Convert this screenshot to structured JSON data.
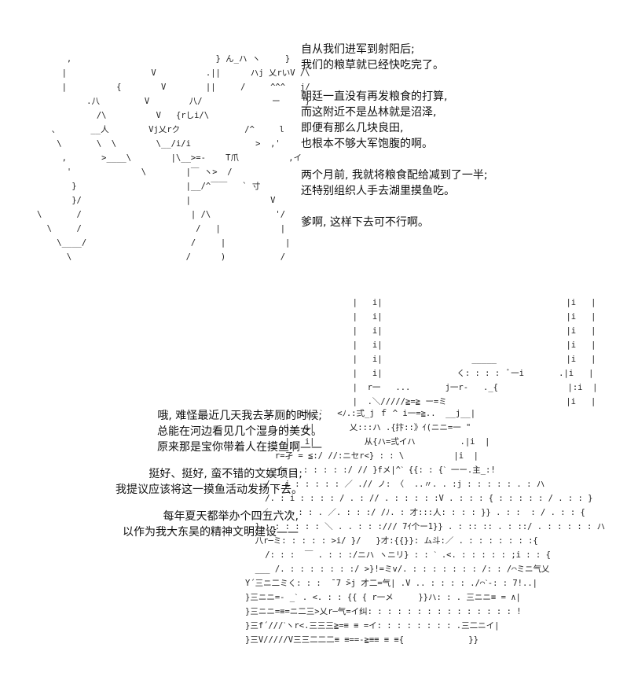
{
  "top_dialogue": [
    "自从我们进军到射阳后;",
    "我们的粮草就已经快吃完了。",
    "",
    "朝廷一直没有再发粮食的打算,",
    "而这附近不是丛林就是沼泽,",
    "即便有那么几块良田,",
    "也根本不够大军饱腹的啊。",
    "",
    "两个月前, 我就将粮食配给减到了一半;",
    "还特别组织人手去湖里摸鱼吃。",
    "",
    "爹啊, 这样下去可不行啊。"
  ],
  "left_dialogue_1": [
    "哦, 难怪最近几天我去茅厕的时候;",
    "总能在河边看见几个湿身的美女。",
    "原来那是宝你带着人在摸鱼啊——"
  ],
  "left_dialogue_2": [
    "挺好、挺好, 蛮不错的文娱项目;",
    "我提议应该将这一摸鱼活动发扬下去。"
  ],
  "left_dialogue_3": [
    "每年夏天都举办个四五六次,",
    "以作为我大东吴的精神文明建设——"
  ],
  "ascii_art_top": [
    "         ,                             } ん_ハ ヽ     }",
    "        |                 V          .||      ハj 乂rいV /\\",
    "        |          {        V        ||     /     ^^^   j/",
    "             .八         V        八/              ー     }",
    "               /\\          V   {rしi/\\",
    "      ､       __人        Vj乂rク             /^     l",
    "       \\       \\  \\        \\__/i/i             >  ,'",
    "        ,       >____\\        |\\__>=-    T爪          ,イ",
    "         '              \\        |￣ ヽ>  /",
    "          }                      |__/^￣￣   ` 寸",
    "          }/                     |                V",
    "   \\       /                      | /\\             '/",
    "     \\     /                       /   |            |",
    "       \\____/                     /     |            |",
    "         \\                       /      )           /"
  ],
  "ascii_art_right_frame": [
    "  |   i|                                     |i   |",
    "  |   i|                                     |i   |",
    "  |   i|                                     |i   |",
    "  |   i|                                     |i   |",
    "  |   i|                  _____              |i   |",
    "  |   i|               く: : : :  ﾞ一i       .|i   |",
    "  |  r一   ...       j一r-   ._{              |:i  |",
    "  |  .＼/////≧=≧ ー=ミ                        |i   |"
  ],
  "ascii_art_bottom": [
    "        |  i|  ˋ   <ﾉ.:弍_j ｆ ^ i一=≧..  __j__|",
    "        |   i|       乂:::ハ .{抃::》ｲ(ニニ=一 \"",
    "        |   i|          从{ハ=弍イハ         .|i  |",
    "      r=孑 = ≦:/ //:ニセr<} : : \\          |i  |",
    "     .イ: : : : : : :/ // }fメ|^ˋ {{: : {ˋ 一ー.主_:!",
    "    / . i : : : : : ／ .// ノ: 〈  ..〃. . :j : : : : : . : ハ",
    "    /. : i : : : : / . : // . : : : : :V . : : : { : : : : : / . : : }",
    "   ／. : : : : . ／. : : :/ /ﾉ. : 才:::人: : : : }} . : :  : / . : : {",
    "  } : : : : : : ＼ . . : : :/// 7ｲ个ー1}} . : :: :: . : ::/ . : : : : : ハ",
    "  八r─ミ: : : : : >i/ }/   }才:{{}}: ム斗:／ . : : : : : : :{",
    "    /: : :  ￣ . : : :/ニハ ヽニリ} : : ˋ .<. : : : : : ;i : : {",
    "  ___ /. : : : : : : :/ >}!=ミv/. : : : : : : : /: : /⌒ミニ气乂",
    "Y´三ニ二ミく: : :  ̄ 7 ̄>j 才二=气| .V .. : : : : ./⌒ˋ-: : 7!..|",
    "}三ニニ=- _ˋ . <. : : {{ { r一メ     }}ハ: : . 三ニニ≡ = ∧|",
    "}三ニニ=≡=ニ二三>乂r─气=イ纠: : : : : : : : : : : : : : : !",
    "}三f´///ˋヽr<.三三三≧=≡ ≡ =イ: : : : : : : : .三二ニイ|",
    "}三V/////V三三二二二≡ ≡==-≧≡≡ ≡ ≡{             }}"
  ]
}
